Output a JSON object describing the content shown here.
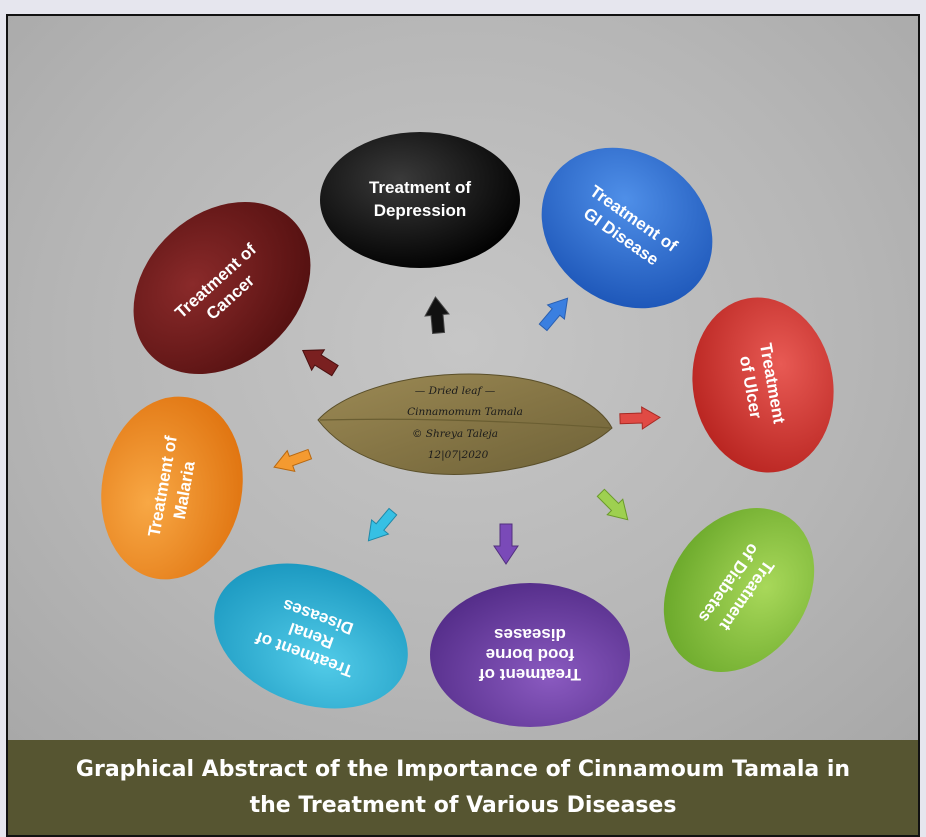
{
  "caption": "Graphical Abstract of the Importance of Cinnamoum Tamala in the Treatment of Various Diseases",
  "center": {
    "lines": [
      "— Dried leaf —",
      "Cinnamomum Tamala",
      "© Shreya Taleja",
      "12|07|2020"
    ]
  },
  "nodes": [
    {
      "id": "depression",
      "lines": [
        "Treatment of",
        "Depression"
      ],
      "color": "#0a0a0a",
      "arrow": "#111111"
    },
    {
      "id": "gi",
      "lines": [
        "Treatment of",
        "GI Disease"
      ],
      "color": "#2f6fd0",
      "arrow": "#3a7fe0"
    },
    {
      "id": "ulcer",
      "lines": [
        "Treatment",
        "of Ulcer"
      ],
      "color": "#d63a36",
      "arrow": "#e04a44"
    },
    {
      "id": "diabetes",
      "lines": [
        "Treatment",
        "of Diabetes"
      ],
      "color": "#8cc63f",
      "arrow": "#9ed050"
    },
    {
      "id": "foodborne",
      "lines": [
        "Treatment of",
        "food borne",
        "diseases"
      ],
      "color": "#6a3fa0",
      "arrow": "#7a4ab8"
    },
    {
      "id": "renal",
      "lines": [
        "Treatment of",
        "Renal",
        "Diseases"
      ],
      "color": "#2cb3d8",
      "arrow": "#36c0e4"
    },
    {
      "id": "malaria",
      "lines": [
        "Treatment of",
        "Malaria"
      ],
      "color": "#f28c1e",
      "arrow": "#f49a30"
    },
    {
      "id": "cancer",
      "lines": [
        "Treatment of",
        "Cancer"
      ],
      "color": "#6b1a1a",
      "arrow": "#7a2020"
    }
  ]
}
